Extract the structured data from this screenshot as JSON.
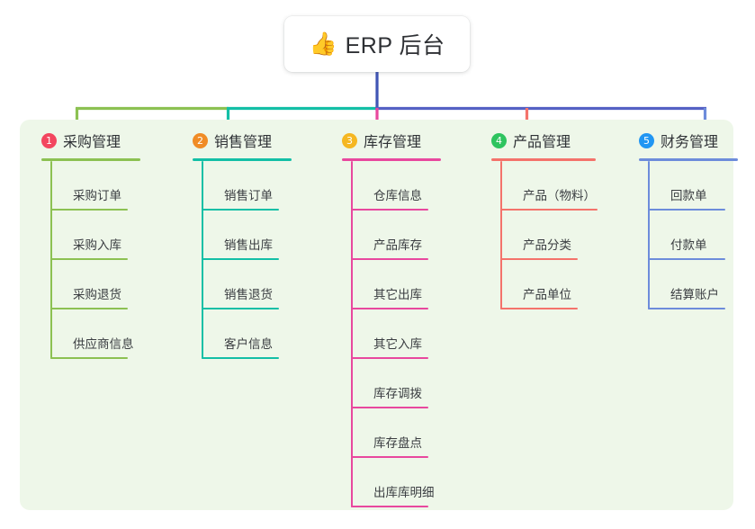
{
  "root": {
    "icon": "thumbs-up-icon",
    "emoji": "👍",
    "title": "ERP 后台"
  },
  "theme": {
    "page_background": "#ffffff",
    "panel_background": "#eef7e9",
    "root_drop_color": "#4055b5",
    "bus_left_color": "#8cc152",
    "bus_mid_color": "#13bfa6",
    "bus_right_color": "#5561c4"
  },
  "columns": [
    {
      "number": "1",
      "title": "采购管理",
      "badge_color": "#f3465f",
      "line_color": "#8cc152",
      "head_rule_width": 110,
      "items": [
        "采购订单",
        "采购入库",
        "采购退货",
        "供应商信息"
      ]
    },
    {
      "number": "2",
      "title": "销售管理",
      "badge_color": "#f08c26",
      "line_color": "#13bfa6",
      "head_rule_width": 110,
      "items": [
        "销售订单",
        "销售出库",
        "销售退货",
        "客户信息"
      ]
    },
    {
      "number": "3",
      "title": "库存管理",
      "badge_color": "#f5b722",
      "line_color": "#e8489e",
      "head_rule_width": 110,
      "items": [
        "仓库信息",
        "产品库存",
        "其它出库",
        "其它入库",
        "库存调拨",
        "库存盘点",
        "出库库明细"
      ]
    },
    {
      "number": "4",
      "title": "产品管理",
      "badge_color": "#2ec45f",
      "line_color": "#f4736b",
      "head_rule_width": 116,
      "items": [
        "产品（物料）",
        "产品分类",
        "产品单位"
      ]
    },
    {
      "number": "5",
      "title": "财务管理",
      "badge_color": "#2196f3",
      "line_color": "#6d8cdb",
      "head_rule_width": 110,
      "items": [
        "回款单",
        "付款单",
        "结算账户"
      ]
    }
  ]
}
